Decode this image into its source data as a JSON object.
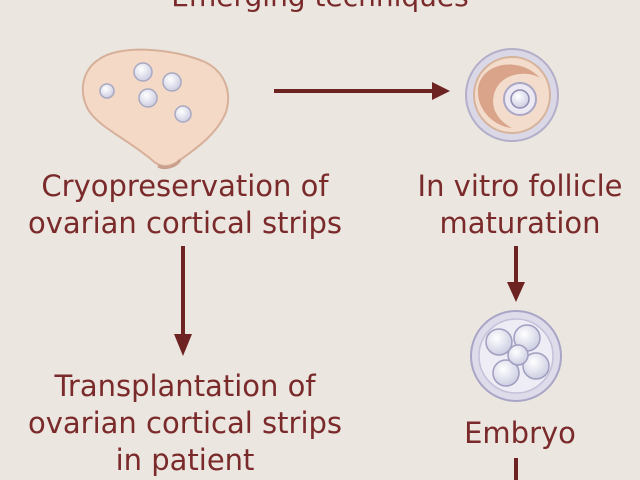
{
  "title": "Emerging techniques",
  "nodes": {
    "cryo": {
      "line1": "Cryopreservation of",
      "line2": "ovarian cortical strips"
    },
    "ivf": {
      "line1": "In vitro follicle",
      "line2": "maturation"
    },
    "transplant": {
      "line1": "Transplantation of",
      "line2": "ovarian cortical strips",
      "line3": "in patient"
    },
    "embryo": {
      "line1": "Embryo"
    }
  },
  "colors": {
    "text": "#7a2a2a",
    "arrow": "#6e2323",
    "background": "#ebe6df"
  }
}
